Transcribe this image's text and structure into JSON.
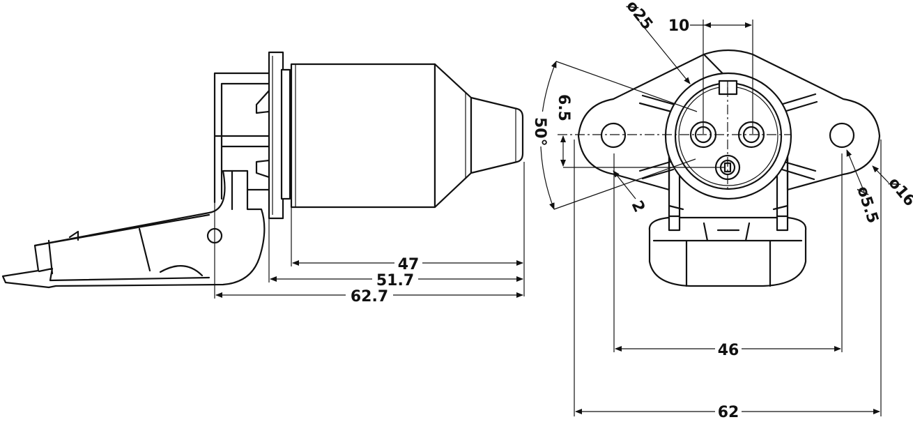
{
  "drawing": {
    "side_view": {
      "dims": {
        "body_length": "47",
        "flange_length": "51.7",
        "overall_length": "62.7"
      }
    },
    "front_view": {
      "dims": {
        "outer_diameter": "ø25",
        "pin_spacing": "10",
        "pin_offset": "6.5",
        "pin_angle": "50°",
        "pin_step": "2",
        "hole_spacing": "46",
        "overall_width": "62",
        "hole_diameter": "ø5.5",
        "lobe_diameter": "ø16"
      }
    }
  }
}
